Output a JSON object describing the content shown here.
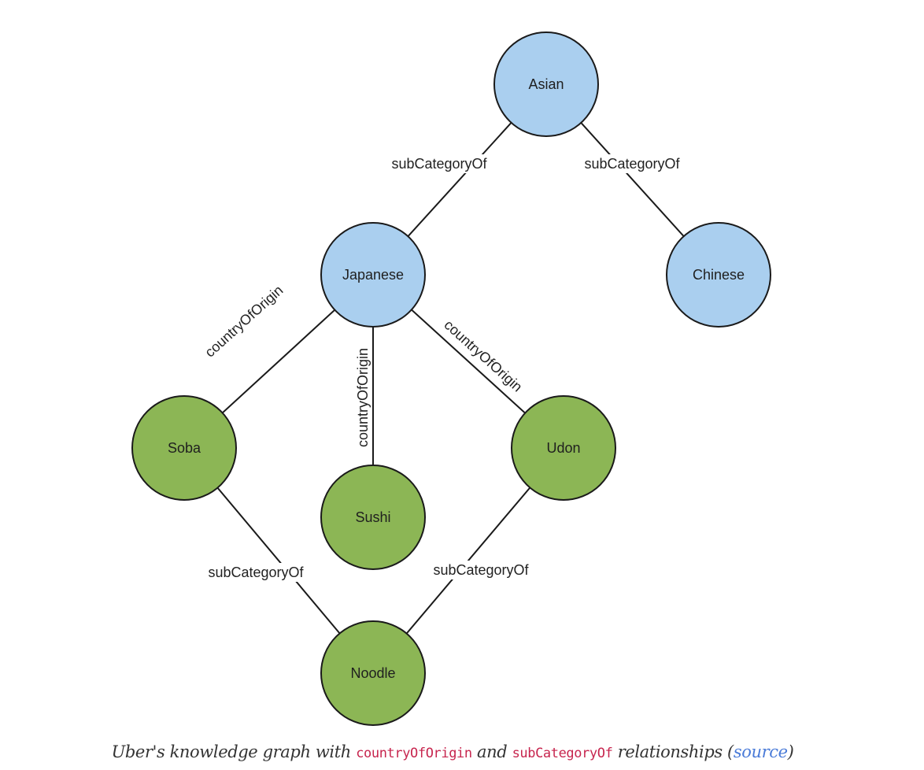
{
  "diagram": {
    "colors": {
      "category_fill": "#aacfef",
      "dish_fill": "#8cb655",
      "stroke": "#1a1a1a"
    },
    "nodes": [
      {
        "id": "asian",
        "label": "Asian",
        "kind": "category"
      },
      {
        "id": "japanese",
        "label": "Japanese",
        "kind": "category"
      },
      {
        "id": "chinese",
        "label": "Chinese",
        "kind": "category"
      },
      {
        "id": "soba",
        "label": "Soba",
        "kind": "dish"
      },
      {
        "id": "sushi",
        "label": "Sushi",
        "kind": "dish"
      },
      {
        "id": "udon",
        "label": "Udon",
        "kind": "dish"
      },
      {
        "id": "noodle",
        "label": "Noodle",
        "kind": "dish"
      }
    ],
    "edges": [
      {
        "from": "japanese",
        "to": "asian",
        "label": "subCategoryOf"
      },
      {
        "from": "chinese",
        "to": "asian",
        "label": "subCategoryOf"
      },
      {
        "from": "soba",
        "to": "japanese",
        "label": "countryOfOrigin"
      },
      {
        "from": "sushi",
        "to": "japanese",
        "label": "countryOfOrigin"
      },
      {
        "from": "udon",
        "to": "japanese",
        "label": "countryOfOrigin"
      },
      {
        "from": "soba",
        "to": "noodle",
        "label": "subCategoryOf"
      },
      {
        "from": "udon",
        "to": "noodle",
        "label": "subCategoryOf"
      }
    ]
  },
  "caption": {
    "text_before": "Uber's knowledge graph with ",
    "code1": "countryOfOrigin",
    "text_mid": " and ",
    "code2": "subCategoryOf",
    "text_after": " relationships (",
    "link": "source",
    "text_end": ")"
  }
}
